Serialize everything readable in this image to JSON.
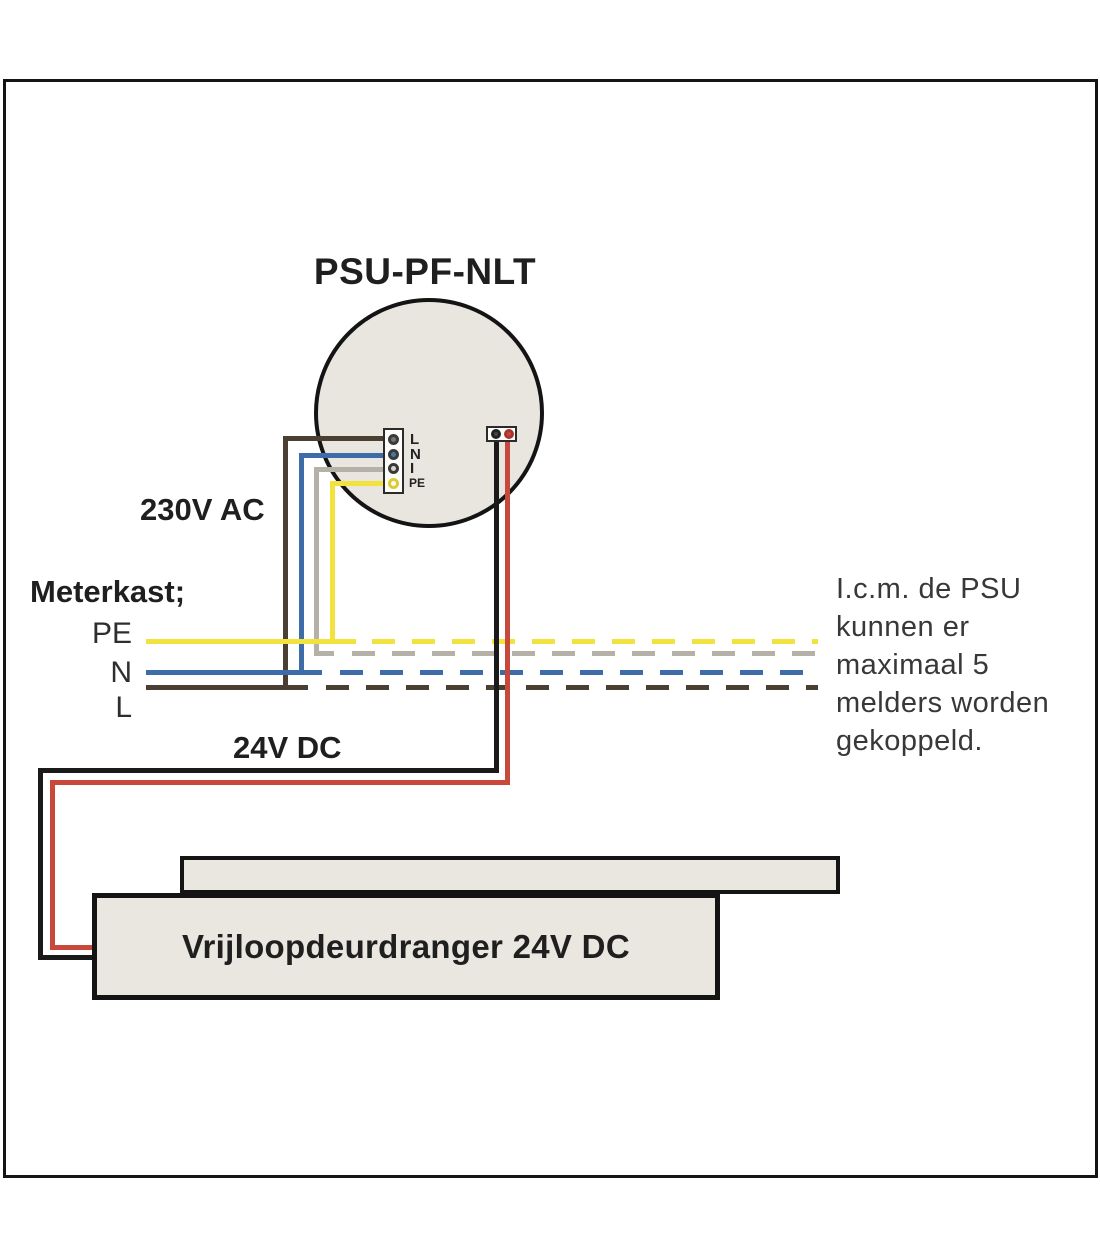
{
  "psu": {
    "name": "PSU-PF-NLT",
    "ac_terminals": [
      "L",
      "N",
      "I",
      "PE"
    ],
    "ac_label": "230V AC",
    "dc_label": "24V DC"
  },
  "meterkast": {
    "title": "Meterkast;",
    "terminals": [
      "PE",
      "N",
      "L"
    ]
  },
  "note": {
    "lines": [
      "I.c.m. de PSU",
      "kunnen er",
      "maximaal 5",
      "melders worden",
      "gekoppeld."
    ]
  },
  "door_closer": {
    "label": "Vrijloopdeurdranger 24V DC"
  },
  "colors": {
    "wire_brown": "#4a3f33",
    "wire_blue": "#3d6ca8",
    "wire_gray": "#b5b1a9",
    "wire_yellow": "#f2e23d",
    "wire_black": "#1a1a1a",
    "wire_red": "#c8493c",
    "device_fill": "#e9e5df",
    "box_fill": "#eae7e1",
    "outline": "#141414",
    "text_dark": "#1f1f1f",
    "text_body": "#383838"
  }
}
